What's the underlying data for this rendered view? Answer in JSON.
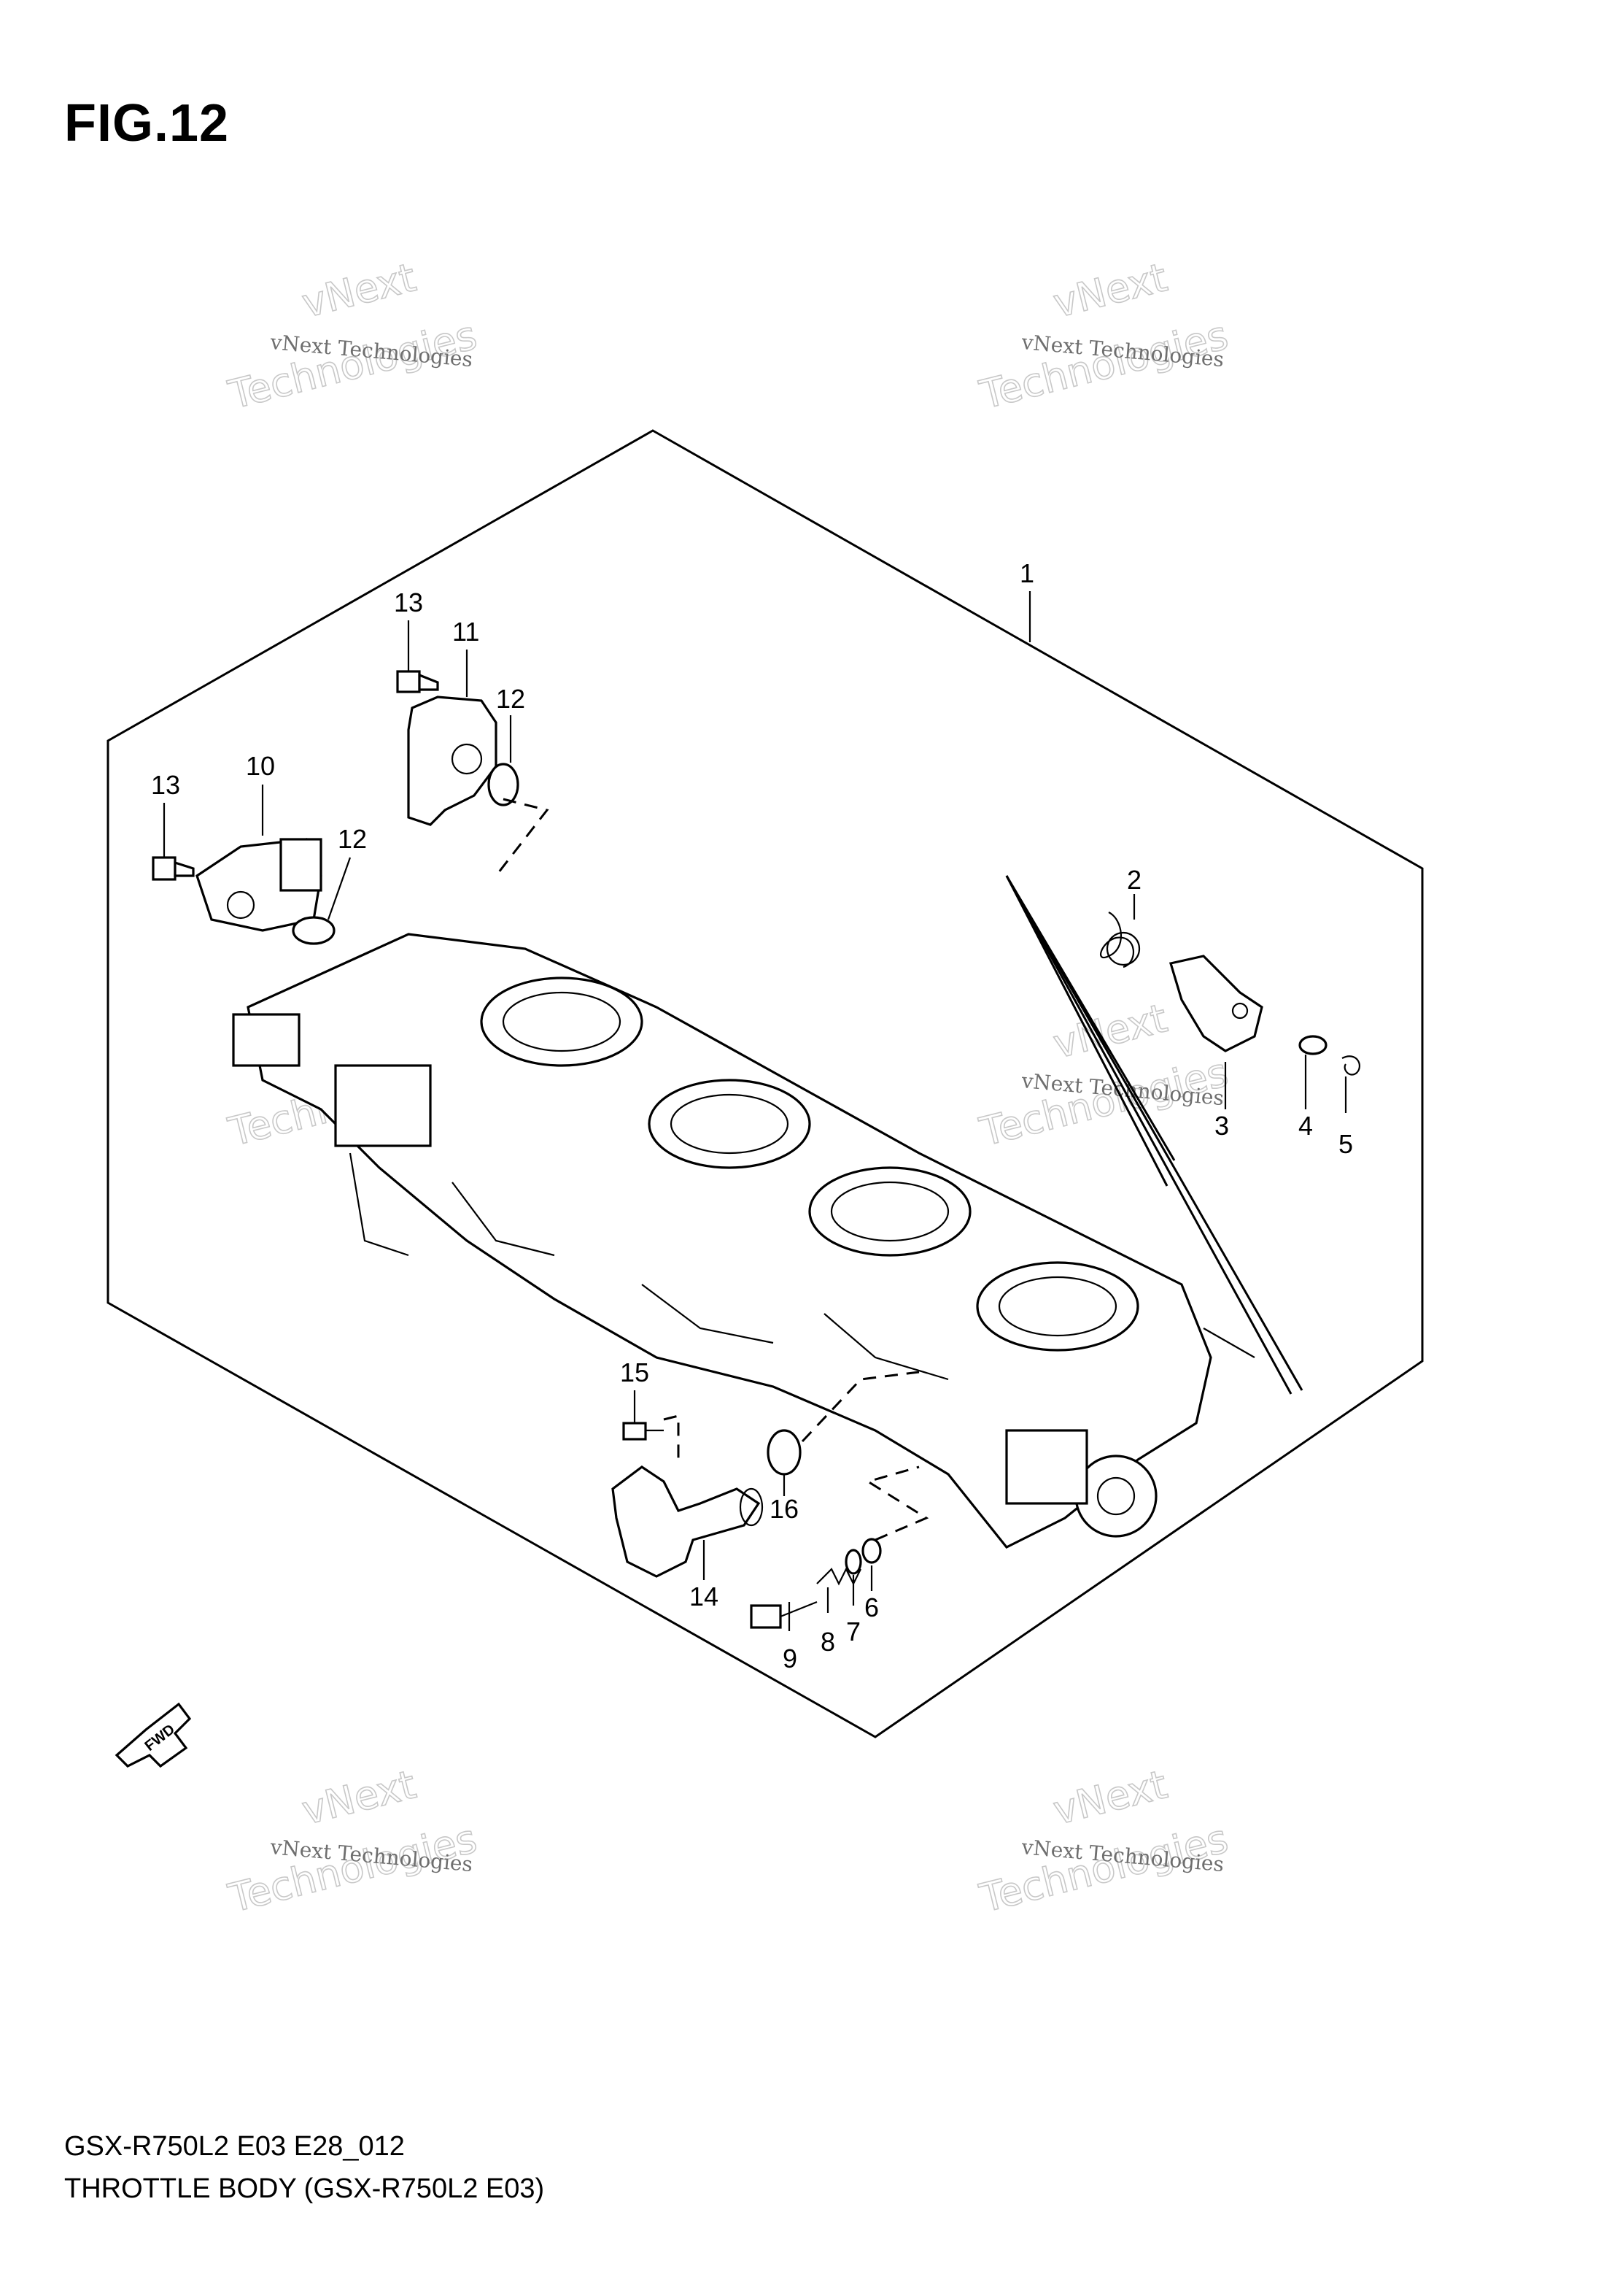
{
  "figure": {
    "title": "FIG.12",
    "model_code": "GSX-R750L2 E03 E28_012",
    "caption": "THROTTLE BODY (GSX-R750L2 E03)"
  },
  "fwd_label": "FWD",
  "watermark": {
    "line1": "vNext Technologies",
    "line2": "vNext",
    "line3": "Technologies"
  },
  "callouts": {
    "c1": "1",
    "c2": "2",
    "c3": "3",
    "c4": "4",
    "c5": "5",
    "c6": "6",
    "c7": "7",
    "c8": "8",
    "c9": "9",
    "c10": "10",
    "c11": "11",
    "c12a": "12",
    "c12b": "12",
    "c13a": "13",
    "c13b": "13",
    "c14": "14",
    "c15": "15",
    "c16": "16"
  }
}
